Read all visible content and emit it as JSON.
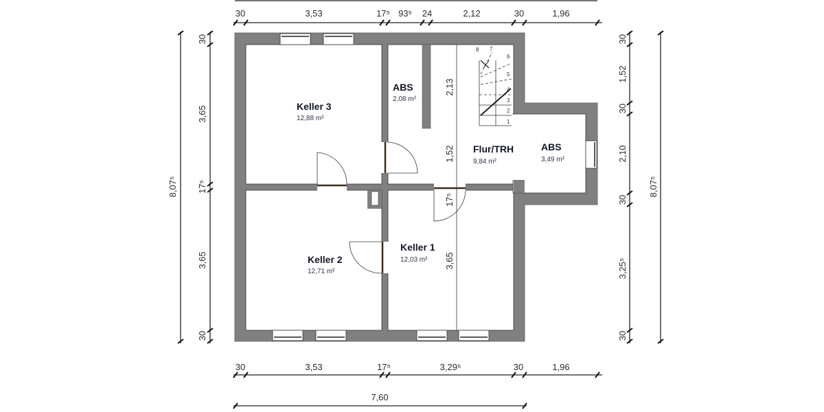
{
  "colors": {
    "wall": "#808080",
    "room": "#ffffff",
    "line": "#222222"
  },
  "rooms": {
    "keller3": {
      "name": "Keller 3",
      "area": "12,88 m²"
    },
    "abs_small": {
      "name": "ABS",
      "area": "2,08 m²"
    },
    "flur": {
      "name": "Flur/TRH",
      "area": "9,84 m²"
    },
    "abs_right": {
      "name": "ABS",
      "area": "3,49 m²"
    },
    "keller2": {
      "name": "Keller 2",
      "area": "12,71 m²"
    },
    "keller1": {
      "name": "Keller 1",
      "area": "12,03 m²"
    }
  },
  "dims": {
    "top": [
      "30",
      "3,53",
      "17⁵",
      "93⁵",
      "24",
      "2,12",
      "30",
      "1,96"
    ],
    "bottom": [
      "30",
      "3,53",
      "17⁵",
      "3,29⁵",
      "30",
      "1,96"
    ],
    "bottom_total": "7,60",
    "left": [
      "30",
      "3,65",
      "17⁵",
      "3,65",
      "30"
    ],
    "left_total": "8,07⁵",
    "right": [
      "30",
      "1,52",
      "30",
      "2,10",
      "30",
      "3,25⁵",
      "30"
    ],
    "right_total": "8,07⁵",
    "interior": [
      "2,13",
      "1,52",
      "17⁵",
      "3,65"
    ]
  },
  "stairs": {
    "steps": [
      "1",
      "2",
      "3",
      "4",
      "5",
      "6",
      "7",
      "8"
    ]
  }
}
